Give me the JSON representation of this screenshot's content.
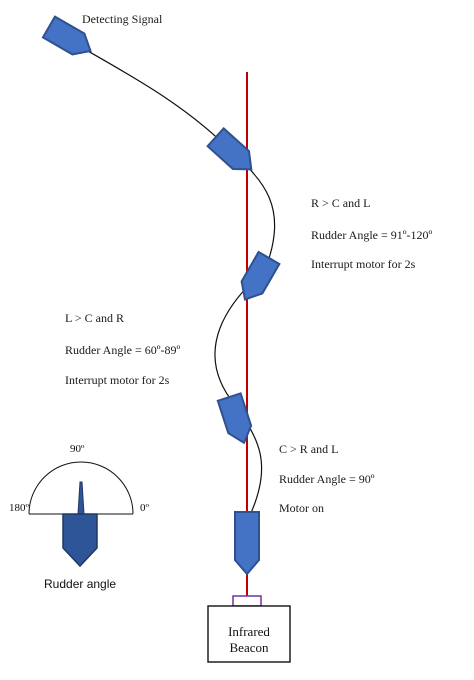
{
  "detecting_signal": "Detecting Signal",
  "state_right": {
    "condition": "R > C and L",
    "rudder_angle": "Rudder Angle = 91º-120º",
    "action": "Interrupt motor for 2s"
  },
  "state_left": {
    "condition": "L > C and R",
    "rudder_angle": "Rudder Angle = 60º-89º",
    "action": "Interrupt motor for 2s"
  },
  "state_center": {
    "condition": "C > R and L",
    "rudder_angle": "Rudder Angle = 90º",
    "action": "Motor on"
  },
  "beacon": {
    "line1": "Infrared",
    "line2": "Beacon"
  },
  "rudder_gauge": {
    "top": "90º",
    "left": "180º",
    "right": "0º",
    "caption": "Rudder angle"
  },
  "colors": {
    "boat_fill": "#4472c4",
    "boat_stroke": "#2f528f",
    "beam": "#c00000",
    "beacon_emitter": "#7030a0",
    "rudder_fill": "#2e5597"
  }
}
